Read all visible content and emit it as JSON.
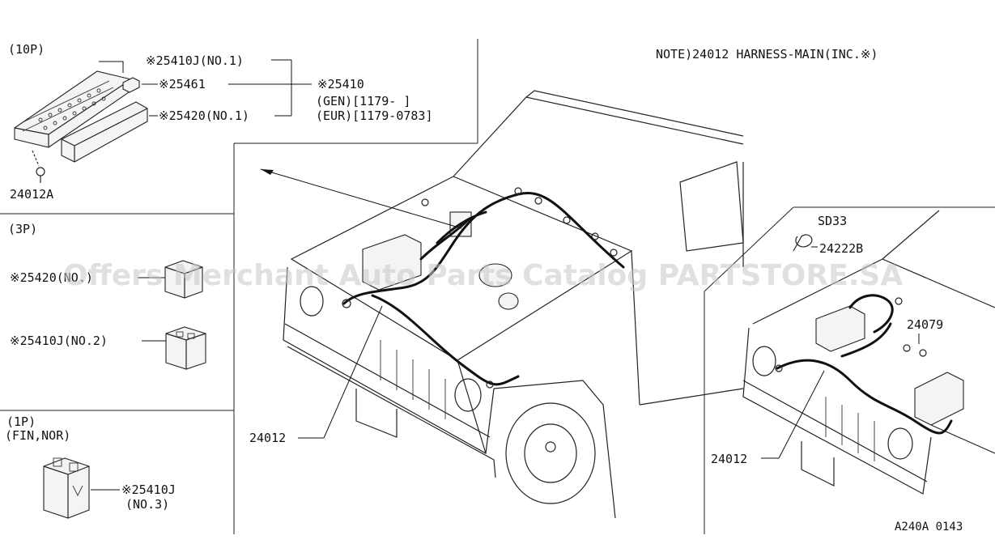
{
  "header": {
    "note": "NOTE)24012 HARNESS-MAIN(INC.※)",
    "code": "A240A 0143"
  },
  "watermark": "Offers Merchant Auto Parts Catalog PARTSTORE.SA",
  "section_10p": {
    "title": "(10P)",
    "parts": {
      "p25410j_no1": "※25410J(NO.1)",
      "p25461": "※25461",
      "p25420_no1": "※25420(NO.1)",
      "p25410": "※25410",
      "p25410_gen": "(GEN)[1179-      ]",
      "p25410_eur": "(EUR)[1179-0783]",
      "p24012a": "24012A"
    }
  },
  "section_3p": {
    "title": "(3P)",
    "parts": {
      "p25420_no": "※25420(NO.)",
      "p25410j_no2": "※25410J(NO.2)"
    }
  },
  "section_1p": {
    "title": "(1P)",
    "subtitle": "(FIN,NOR)",
    "parts": {
      "p25410j": "※25410J",
      "p_no3": "(NO.3)"
    }
  },
  "main_view": {
    "harness_label": "24012"
  },
  "sd33_view": {
    "title": "SD33",
    "p24222b": "24222B",
    "p24079": "24079",
    "harness_label": "24012"
  }
}
